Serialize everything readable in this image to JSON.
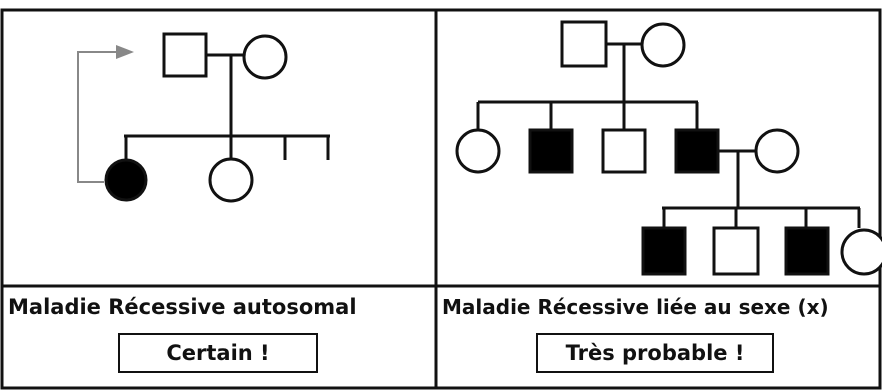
{
  "panels": [
    {
      "caption": "Maladie Récessive autosomal",
      "verdict": "Certain !"
    },
    {
      "caption": "Maladie Récessive liée au sexe (x)",
      "verdict": "Très probable !"
    }
  ],
  "colors": {
    "line": "#111111",
    "affected": "#000000",
    "unaffected": "#ffffff",
    "arrow": "#888888"
  }
}
